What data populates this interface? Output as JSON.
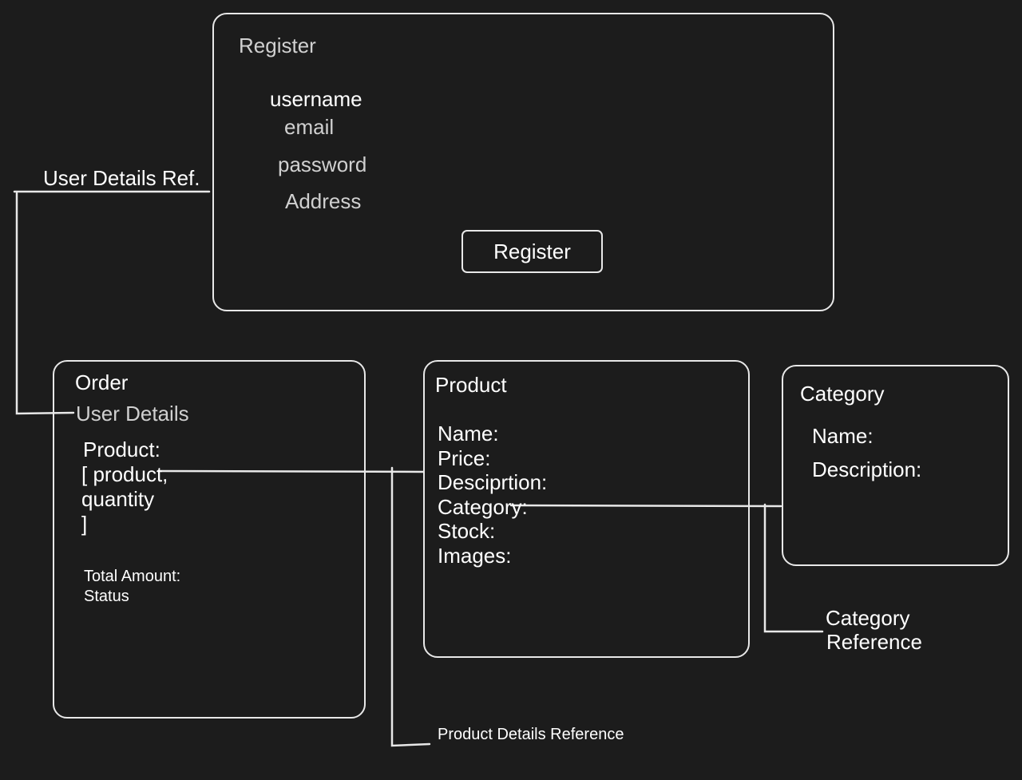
{
  "register": {
    "title": "Register",
    "fields": [
      "username",
      "email",
      "password",
      "Address"
    ],
    "button_label": "Register"
  },
  "order": {
    "title": "Order",
    "user_details": "User Details",
    "product_lines": [
      "Product:",
      "[ product,",
      "quantity",
      "]"
    ],
    "total_amount": "Total Amount:",
    "status": "Status"
  },
  "product": {
    "title": "Product",
    "fields": [
      "Name:",
      "Price:",
      "Desciprtion:",
      "Category:",
      "Stock:",
      "Images:"
    ]
  },
  "category": {
    "title": "Category",
    "fields": [
      "Name:",
      "Description:"
    ]
  },
  "annotations": {
    "user_ref": "User Details Ref.",
    "product_ref": "Product Details Reference",
    "category_ref_line1": "Category",
    "category_ref_line2": "Reference"
  },
  "colors": {
    "background": "#1c1c1c",
    "stroke": "#e8e8e8",
    "text": "#ffffff",
    "muted_text": "#d0d0d0"
  }
}
